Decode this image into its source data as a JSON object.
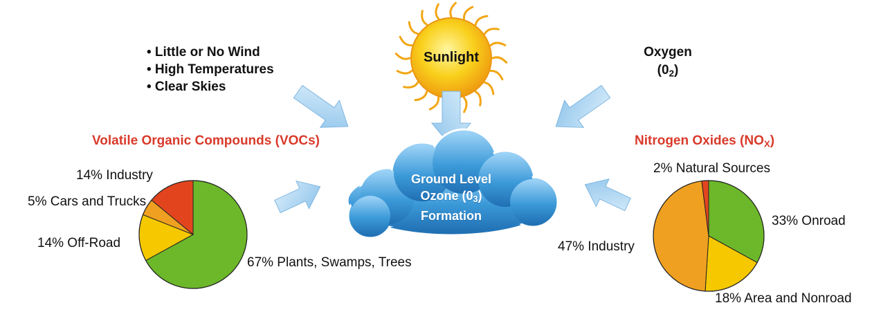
{
  "conditions": [
    "• Little or No Wind",
    "• High Temperatures",
    "• Clear Skies"
  ],
  "sun": {
    "label": "Sunlight"
  },
  "oxygen": {
    "label": "Oxygen",
    "formula_main": "(0",
    "formula_sub": "2",
    "formula_end": ")"
  },
  "ozone": {
    "line1": "Ground Level",
    "line2_main": "Ozone (0",
    "line2_sub": "3",
    "line2_end": ")",
    "line3": "Formation"
  },
  "vocs": {
    "title": "Volatile Organic Compounds (VOCs)"
  },
  "nox": {
    "title_main": "Nitrogen Oxides (NO",
    "title_sub": "X",
    "title_end": ")"
  },
  "chart_data": [
    {
      "type": "pie",
      "title": "Volatile Organic Compounds (VOCs)",
      "slices": [
        {
          "label": "67% Plants, Swamps, Trees",
          "value": 67,
          "color": "#6cb82a"
        },
        {
          "label": "14% Off-Road",
          "value": 14,
          "color": "#f5c800"
        },
        {
          "label": "5% Cars and Trucks",
          "value": 5,
          "color": "#f0a020"
        },
        {
          "label": "14% Industry",
          "value": 14,
          "color": "#e2451e"
        }
      ]
    },
    {
      "type": "pie",
      "title": "Nitrogen Oxides (NOX)",
      "slices": [
        {
          "label": "33% Onroad",
          "value": 33,
          "color": "#6cb82a"
        },
        {
          "label": "18% Area and Nonroad",
          "value": 18,
          "color": "#f5c800"
        },
        {
          "label": "47% Industry",
          "value": 47,
          "color": "#f0a020"
        },
        {
          "label": "2% Natural Sources",
          "value": 2,
          "color": "#e2451e"
        }
      ]
    }
  ],
  "colors": {
    "accent_red": "#d93a2b",
    "arrow_blue": "#a9d4f2",
    "cloud_blue": "#4ea7e2",
    "sun": "#f7c21b"
  }
}
